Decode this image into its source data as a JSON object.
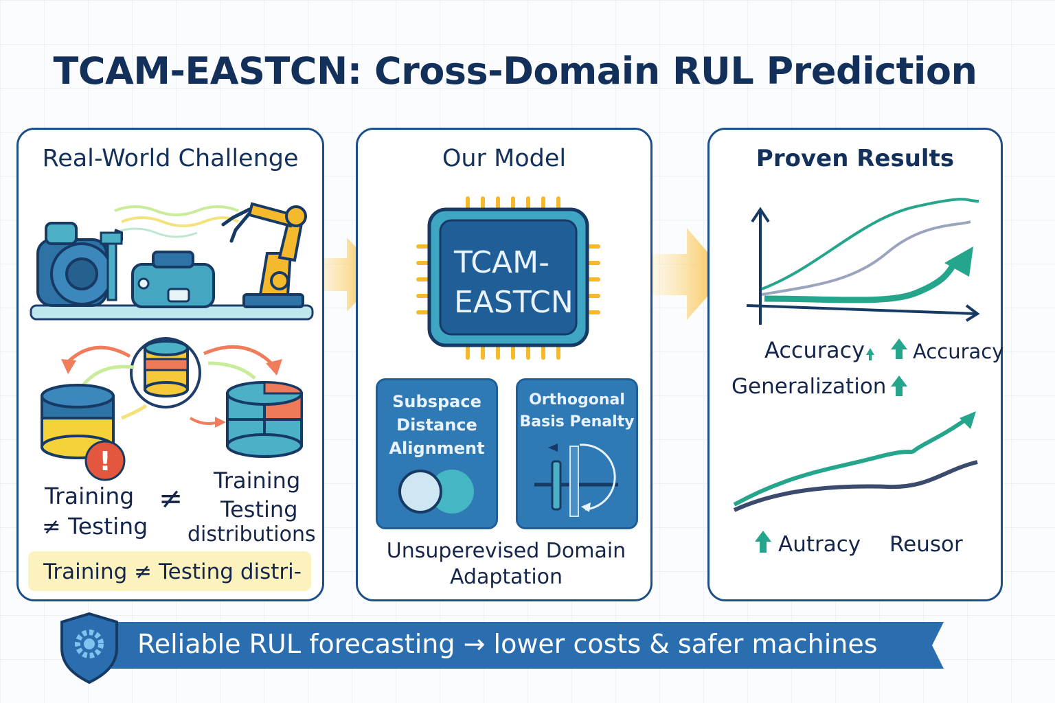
{
  "title": "TCAM-EASTCN: Cross-Domain RUL Prediction",
  "panels": {
    "challenge": {
      "title": "Real-World Challenge",
      "left_label_line1": "Training",
      "left_label_line2": "≠ Testing",
      "neq_symbol": "≠",
      "right_label_line1": "Training",
      "right_label_line2": "Testing",
      "right_label_line3": "distributions",
      "note": "Training ≠ Testing distri-",
      "alert_symbol": "!"
    },
    "model": {
      "title": "Our Model",
      "chip_line1": "TCAM-",
      "chip_line2": "EASTCN",
      "box_left": {
        "line1": "Subspace",
        "line2": "Distance",
        "line3": "Alignment"
      },
      "box_right": {
        "line1": "Orthogonal",
        "line2": "Basis Penalty"
      },
      "uda_line1": "Unsuperevised Domain",
      "uda_line2": "Adaptation"
    },
    "results": {
      "title": "Proven Results",
      "label_accuracy_1": "Accuracy",
      "label_accuracy_2": "Accuracy",
      "label_generalization": "Generalization",
      "label_autracy": "Autracy",
      "label_reusor": "Reusor"
    }
  },
  "banner": {
    "text": "Reliable RUL forecasting → lower costs & safer machines",
    "icon": "gear-shield-icon"
  },
  "colors": {
    "navy": "#13305a",
    "panel_border": "#1d4e86",
    "arrow": "#f7b731",
    "teal": "#22a58b",
    "banner": "#2a6eaf"
  }
}
